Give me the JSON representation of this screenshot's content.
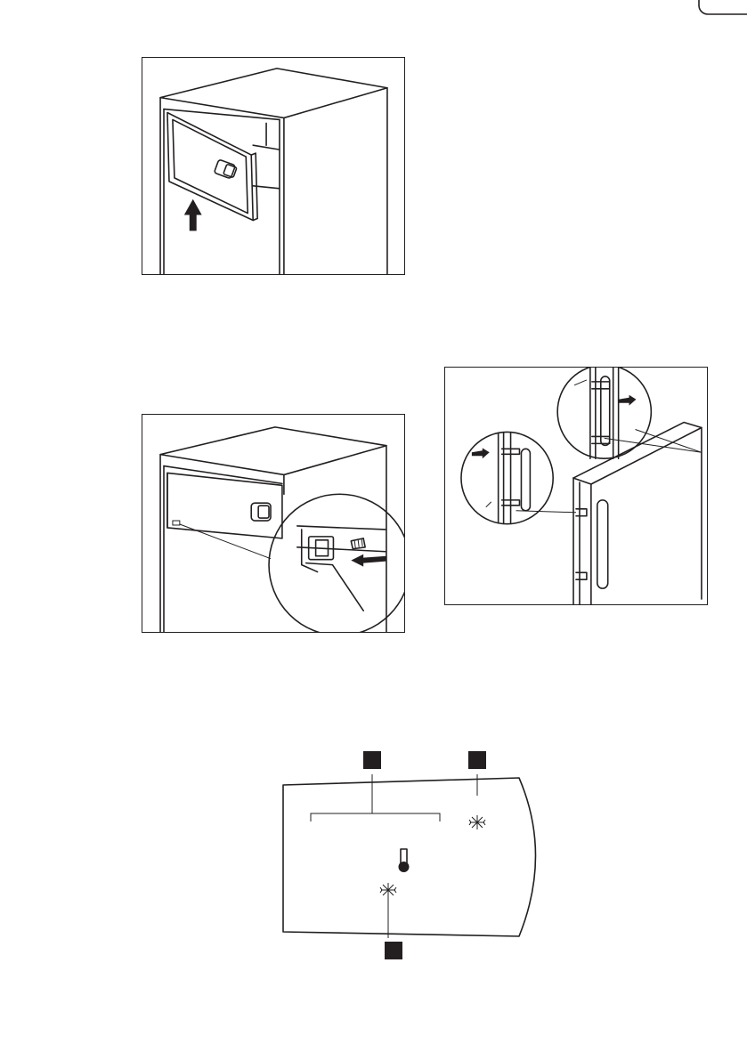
{
  "page": {
    "corner_mark": "corner-crop-mark"
  },
  "figures": {
    "fig_mount_display": {
      "arrow": "up-arrow-icon"
    },
    "fig_secure_display": {
      "arrow": "left-arrow-icon",
      "detail": "magnifier-detail-circle"
    },
    "fig_door_hinge": {
      "arrow_left": "right-arrow-icon",
      "arrow_right": "right-arrow-icon",
      "detail_a": "magnifier-detail-circle",
      "detail_b": "magnifier-detail-circle"
    }
  },
  "control_panel": {
    "callouts": [
      {
        "id": "callout-1",
        "label": ""
      },
      {
        "id": "callout-2",
        "label": ""
      },
      {
        "id": "callout-3",
        "label": ""
      }
    ],
    "icons": {
      "thermometer": "thermometer-icon",
      "fastfreeze_top": "snowflake-icon",
      "fastfreeze_bottom": "snowflake-icon"
    }
  }
}
